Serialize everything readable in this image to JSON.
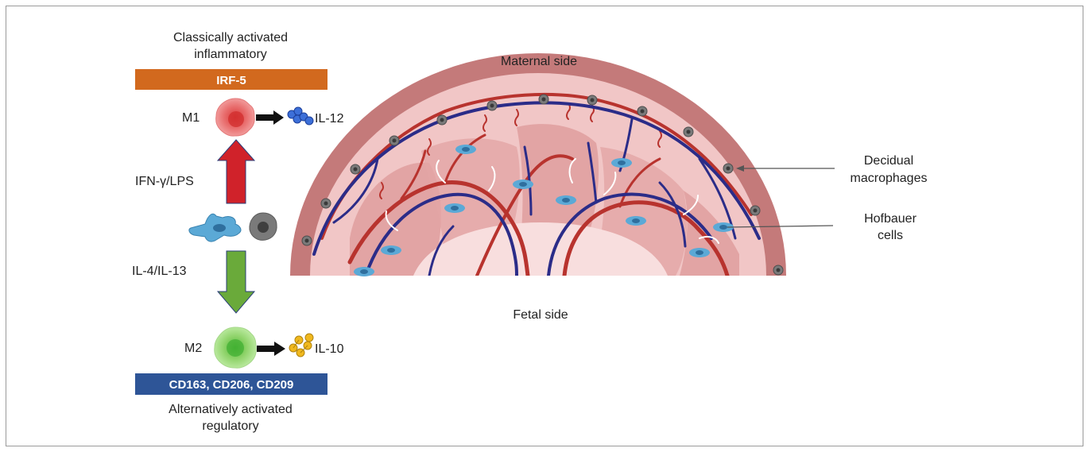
{
  "left_panel": {
    "m1_heading_line1": "Classically activated",
    "m1_heading_line2": "inflammatory",
    "m1_marker_bar": "IRF-5",
    "m1_label": "M1",
    "m1_cytokine": "IL-12",
    "m1_stimulus": "IFN-γ/LPS",
    "m2_stimulus": "IL-4/IL-13",
    "m2_label": "M2",
    "m2_cytokine": "IL-10",
    "m2_marker_bar": "CD163, CD206, CD209",
    "m2_heading_line1": "Alternatively activated",
    "m2_heading_line2": "regulatory"
  },
  "placenta": {
    "maternal_label": "Maternal side",
    "fetal_label": "Fetal side",
    "decidual_label_line1": "Decidual",
    "decidual_label_line2": "macrophages",
    "hofbauer_label_line1": "Hofbauer",
    "hofbauer_label_line2": "cells"
  },
  "colors": {
    "m1_bar": "#d2691e",
    "m2_bar": "#2e5597",
    "m1_arrow": "#d0222a",
    "m2_arrow": "#6aaa3a",
    "m1_cell": "#e06060",
    "m2_cell": "#8fd36a",
    "il12_beads": "#3c6fd8",
    "il10_beads": "#f0b81e",
    "decidua": "#c47a7a",
    "tissue": "#f1c6c6",
    "artery": "#b8332e",
    "vein": "#2b2c88"
  }
}
